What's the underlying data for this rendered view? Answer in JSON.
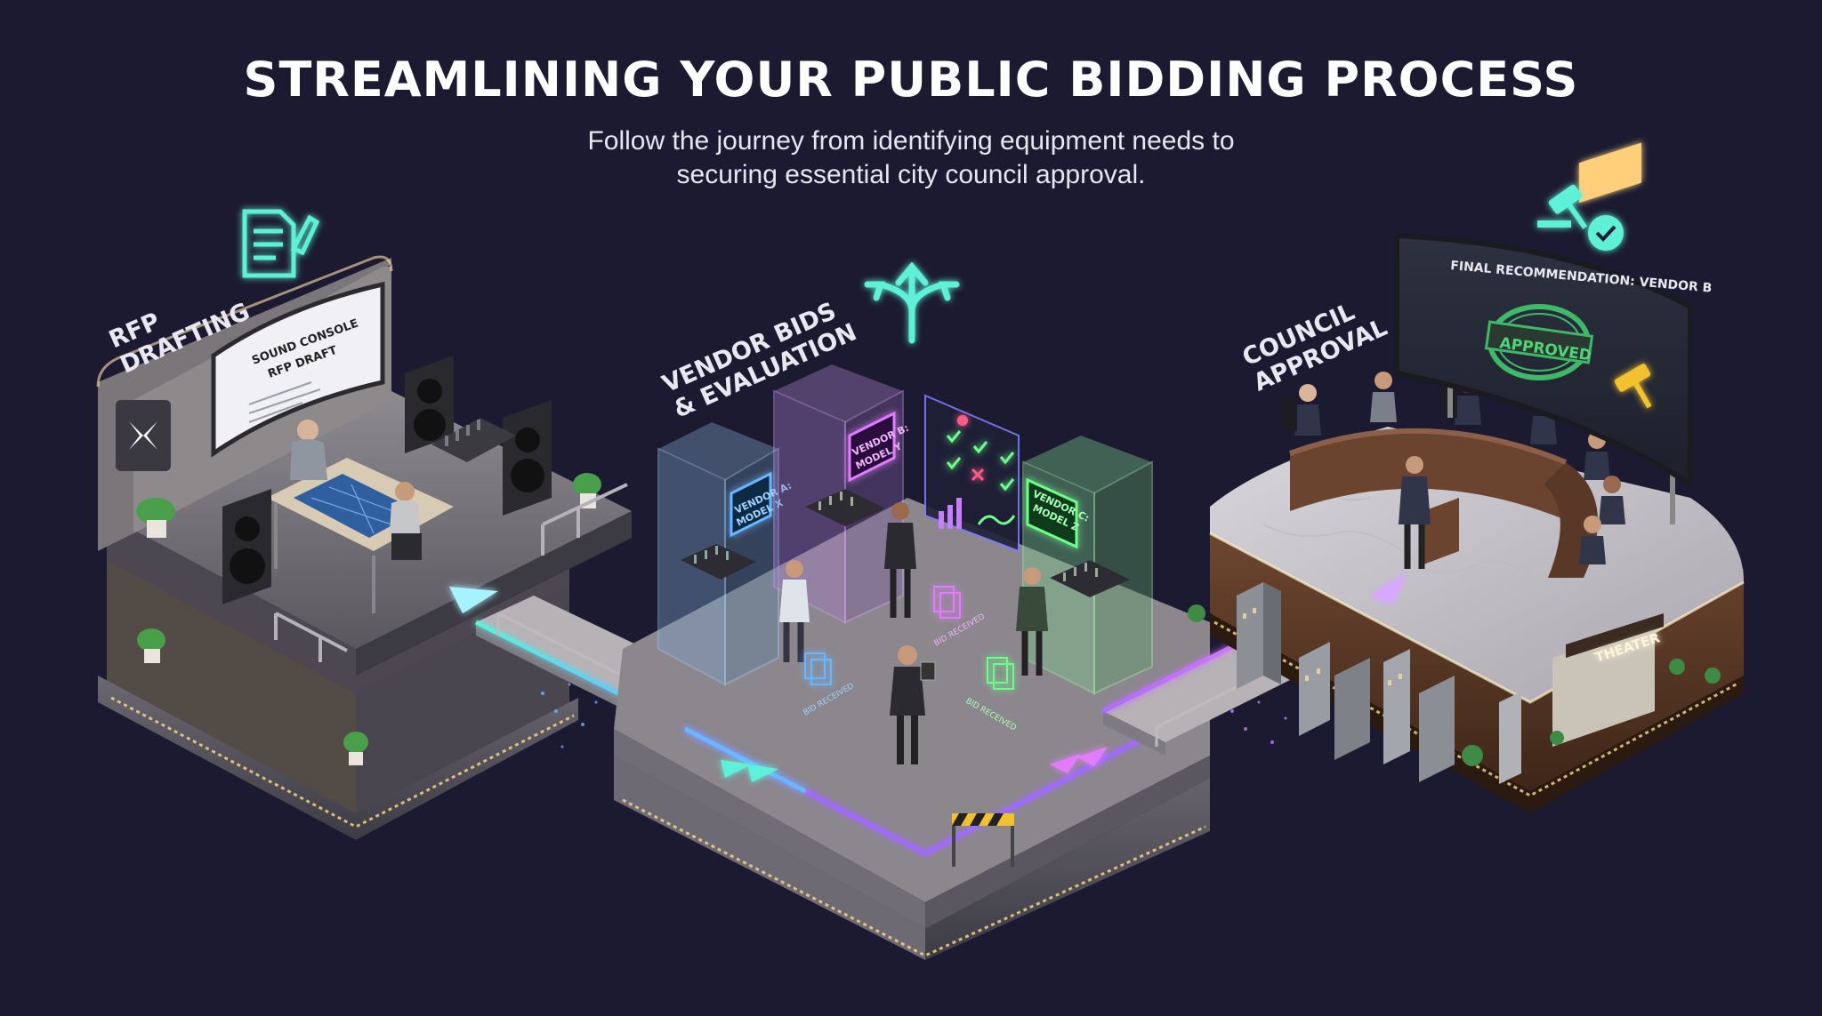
{
  "header": {
    "title": "STREAMLINING YOUR PUBLIC BIDDING PROCESS",
    "subtitle_line1": "Follow the journey from identifying equipment needs to",
    "subtitle_line2": "securing essential city council approval."
  },
  "stages": {
    "rfp": {
      "label_line1": "RFP",
      "label_line2": "DRAFTING",
      "icon": "document-pen-icon",
      "screen_line1": "SOUND CONSOLE",
      "screen_line2": "RFP DRAFT"
    },
    "vendor": {
      "label_line1": "VENDOR BIDS",
      "label_line2": "& EVALUATION",
      "icon": "branching-arrows-icon",
      "booths": [
        {
          "line1": "VENDOR A:",
          "line2": "MODEL X"
        },
        {
          "line1": "VENDOR B:",
          "line2": "MODEL Y"
        },
        {
          "line1": "VENDOR C:",
          "line2": "MODEL Z"
        }
      ],
      "bid_tags": [
        "BID RECEIVED",
        "BID RECEIVED",
        "BID RECEIVED"
      ]
    },
    "council": {
      "label_line1": "COUNCIL",
      "label_line2": "APPROVAL",
      "icon": "gavel-check-icon",
      "screen_title": "FINAL RECOMMENDATION: VENDOR B",
      "stamp": "APPROVED",
      "theater_sign": "THEATER"
    }
  },
  "colors": {
    "background": "#1b1a30",
    "teal_glow": "#5ff0d8",
    "blue_glow": "#6ab6ff",
    "purple_glow": "#c77dff",
    "green_glow": "#6dff8a",
    "approved_green": "#3fb86a"
  }
}
